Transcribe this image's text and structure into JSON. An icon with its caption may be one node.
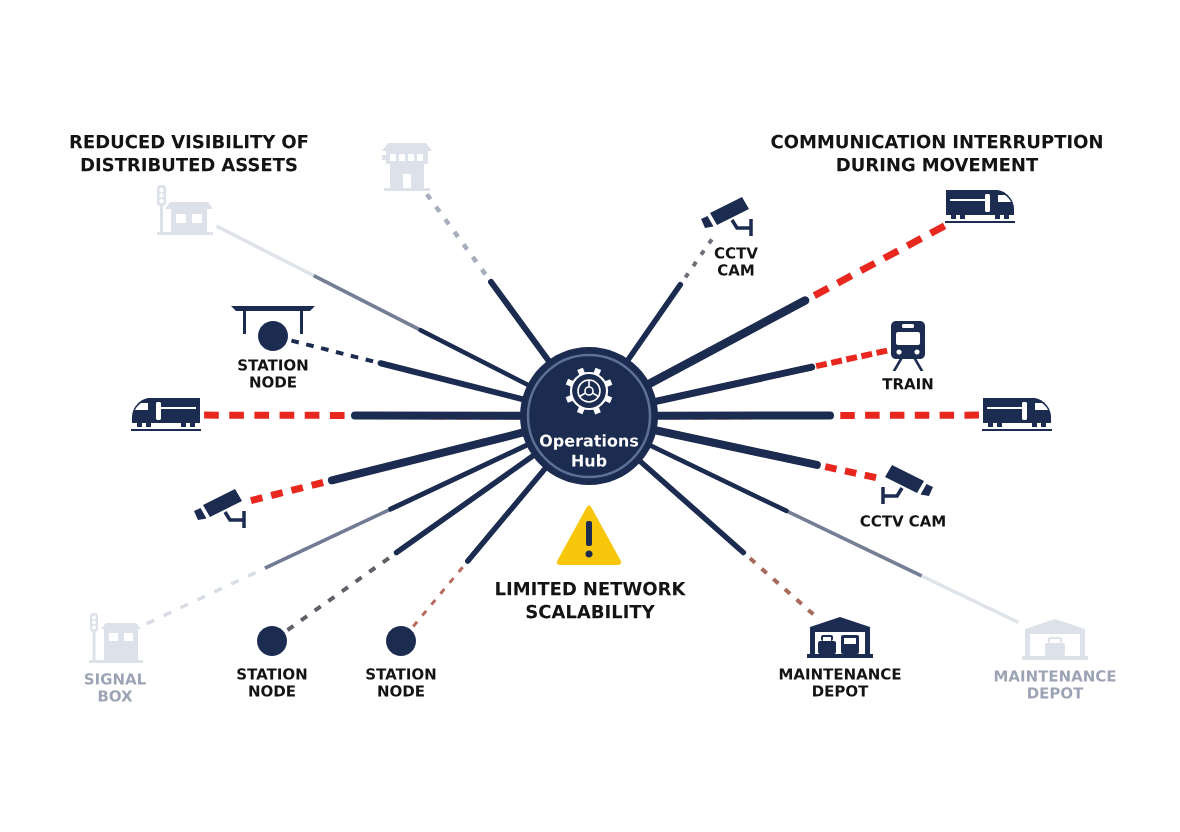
{
  "diagram": {
    "nodes": [
      {
        "text": [],
        "shape": "picture"
      },
      {
        "text": [
          "CCTV CAM"
        ]
      },
      {
        "text": [],
        "shape": "picture"
      },
      {
        "text": [],
        "shape": "picture"
      },
      {
        "text": [
          "STATION NODE"
        ]
      },
      {
        "text": [
          "TRAIN"
        ]
      },
      {
        "text": [
          "Operations Hub"
        ]
      },
      {
        "text": [],
        "shape": "picture"
      },
      {
        "text": [],
        "shape": "picture"
      },
      {
        "text": [],
        "shape": "picture"
      },
      {
        "text": [
          "CCTV CAM"
        ]
      },
      {
        "text": [
          "SIGNAL BOX"
        ]
      },
      {
        "text": [
          "STATION NODE"
        ]
      },
      {
        "text": [
          "STATION NODE"
        ]
      },
      {
        "text": [
          "MAINTENANCE DEPOT"
        ]
      },
      {
        "text": [
          "MAINTENANCE DEPOT"
        ]
      }
    ],
    "edges": [
      {
        "from": 6,
        "to": 0,
        "arrow": "none",
        "style": "dashed",
        "color": "#a7aebd"
      },
      {
        "from": 6,
        "to": 1,
        "arrow": "none",
        "style": "dashed",
        "color": "#6d7079"
      },
      {
        "from": 6,
        "to": 2,
        "arrow": "none",
        "color": "#dfe3ea"
      },
      {
        "from": 6,
        "to": 3,
        "arrow": "none",
        "style": "dashed"
      },
      {
        "from": 6,
        "to": 4,
        "arrow": "none",
        "style": "dashed",
        "color": "#1c2b50"
      },
      {
        "from": 6,
        "to": 5,
        "arrow": "none",
        "style": "dashed"
      },
      {
        "from": 6,
        "to": 7,
        "arrow": "none",
        "style": "dashed"
      },
      {
        "from": 6,
        "to": 8,
        "arrow": "none",
        "style": "dashed"
      },
      {
        "from": 6,
        "to": 9,
        "arrow": "none",
        "style": "dashed"
      },
      {
        "from": 6,
        "to": 10,
        "arrow": "none",
        "style": "dashed"
      },
      {
        "from": 6,
        "to": 11,
        "arrow": "none",
        "style": "dashed",
        "color": "#d8dce4"
      },
      {
        "from": 6,
        "to": 12,
        "arrow": "none",
        "style": "dashed",
        "color": "#5f6168"
      },
      {
        "from": 6,
        "to": 13,
        "arrow": "none",
        "style": "dashed",
        "color": "#b86a5e"
      },
      {
        "from": 6,
        "to": 14,
        "arrow": "none",
        "style": "dashed",
        "color": "#a86a5c"
      },
      {
        "from": 6,
        "to": 15,
        "arrow": "none",
        "color": "#dfe3ea"
      }
    ],
    "labels": [
      "REDUCED VISIBILITY OF DISTRIBUTED ASSETS",
      "COMMUNICATION INTERRUPTION DURING MOVEMENT",
      "LIMITED NETWORK SCALABILITY"
    ]
  }
}
